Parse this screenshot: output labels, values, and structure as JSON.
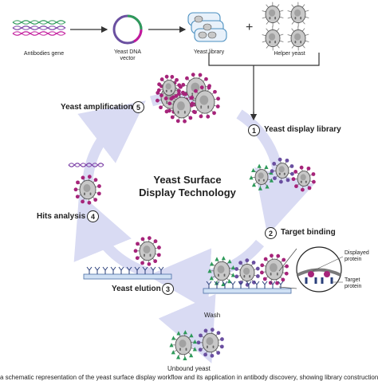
{
  "labels": {
    "antibodies_gene": "Antibodies gene",
    "yeast_dna_vector": "Yeast DNA\nvector",
    "yeast_library": "Yeast library",
    "helper_yeast": "Helper yeast",
    "plus": "+",
    "title_line1": "Yeast Surface",
    "title_line2": "Display Technology",
    "wash": "Wash",
    "unbound_yeast": "Unbound yeast",
    "displayed_protein": "Displayed\nprotein",
    "target_protein": "Target\nprotein"
  },
  "steps": [
    {
      "num": "1",
      "label": "Yeast display library"
    },
    {
      "num": "2",
      "label": "Target binding"
    },
    {
      "num": "3",
      "label": "Yeast elution"
    },
    {
      "num": "4",
      "label": "Hits analysis"
    },
    {
      "num": "5",
      "label": "Yeast amplification"
    }
  ],
  "colors": {
    "cycle_arrow": "#d9dbf3",
    "flow_arrow": "#333333",
    "yeast_body": "#c8c8c8",
    "yeast_outline": "#555555",
    "nucleus": "#8d8d8d",
    "magenta": "#a6247a",
    "green": "#2e9a5a",
    "purple": "#6a4fa0",
    "dna_a": "#2e9a5a",
    "dna_b": "#7b3fa6",
    "dna_c": "#c2189b",
    "surface": "#cfe0f4",
    "surface_line": "#4a6fa5"
  },
  "caption": "a schematic representation of the yeast surface display workflow and its application in antibody discovery, showing library construction, target binding, elution and amplification"
}
